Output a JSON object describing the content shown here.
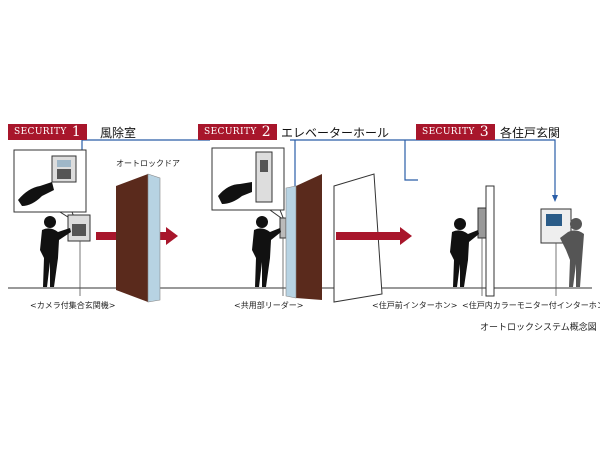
{
  "steps": [
    {
      "badge_word": "SECURITY",
      "badge_num": "1",
      "place": "風除室"
    },
    {
      "badge_word": "SECURITY",
      "badge_num": "2",
      "place": "エレベーターホール"
    },
    {
      "badge_word": "SECURITY",
      "badge_num": "3",
      "place": "各住戸玄関"
    }
  ],
  "door_label": "オートロックドア",
  "captions": {
    "entrance_panel": "<カメラ付集合玄関機>",
    "common_reader": "<共用部リーダー>",
    "front_intercom": "<住戸前インターホン>",
    "indoor_monitor": "<住戸内カラーモニター付インターホン>"
  },
  "figure_title": "オートロックシステム概念図",
  "colors": {
    "accent": "#a8162b",
    "flow_line": "#2a5ea8",
    "door": "#5a2a1c",
    "glass": "#b7d3e3"
  }
}
